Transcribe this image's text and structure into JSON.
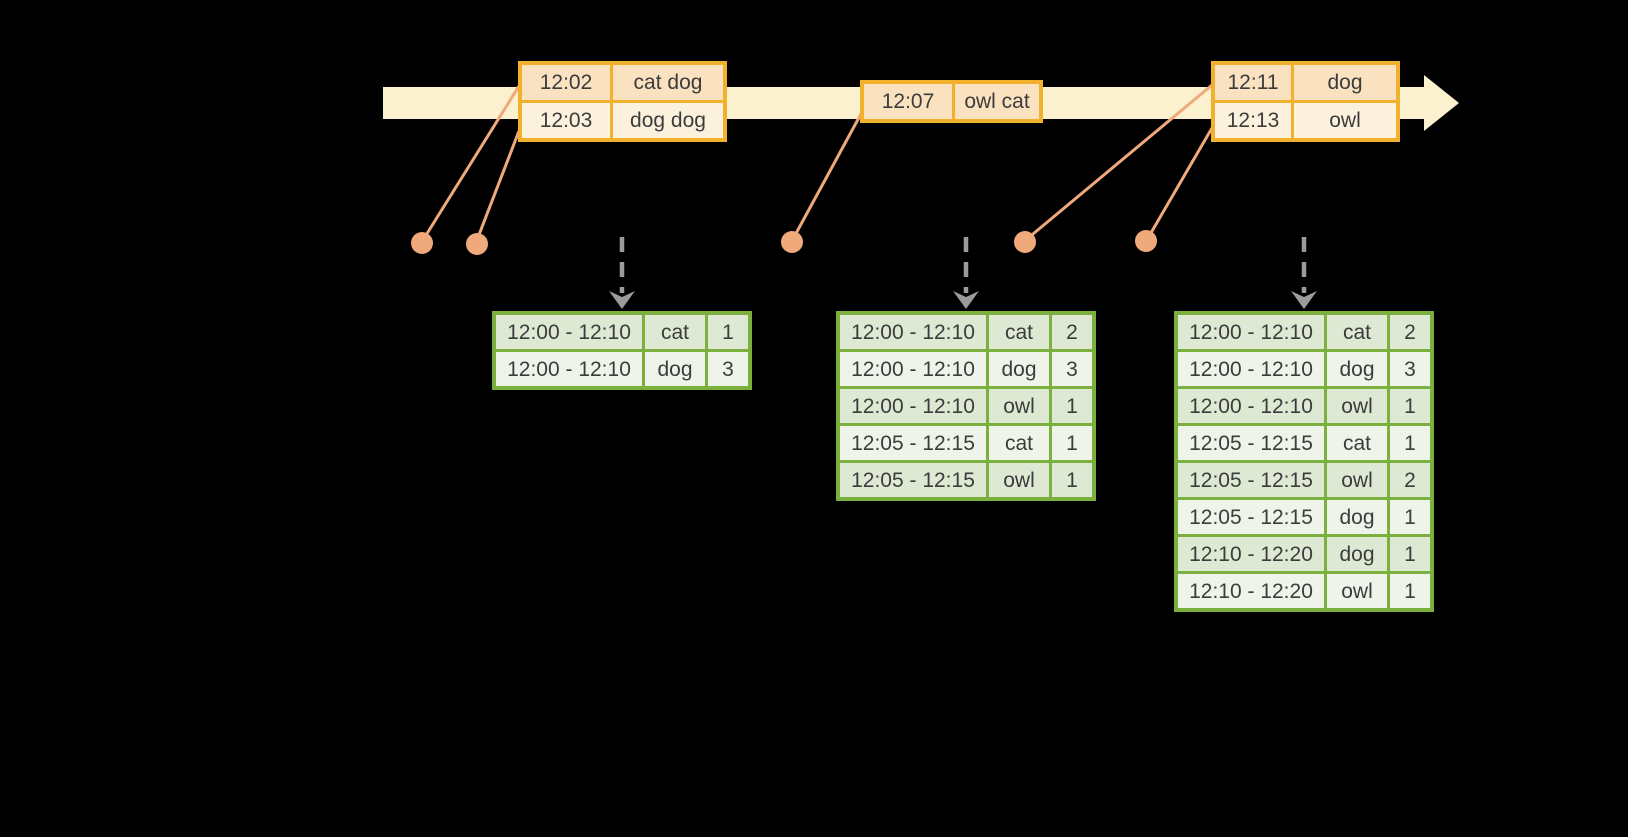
{
  "colors": {
    "background": "#000000",
    "timeline_fill": "#FBF1CE",
    "event_table_border": "#F2B12D",
    "event_row_dark": "#FAE1BF",
    "event_row_light": "#FCF1DD",
    "result_table_border": "#7BB03F",
    "result_row_dark": "#DEE9D3",
    "result_row_light": "#EFF4EA",
    "connector_and_dots": "#F0A97B",
    "dashed_flow_arrow": "#9B9B9B",
    "text": "#3C3C3C"
  },
  "event_tables": [
    {
      "rows": [
        {
          "time": "12:02",
          "words": "cat dog"
        },
        {
          "time": "12:03",
          "words": "dog dog"
        }
      ]
    },
    {
      "rows": [
        {
          "time": "12:07",
          "words": "owl cat"
        }
      ]
    },
    {
      "rows": [
        {
          "time": "12:11",
          "words": "dog"
        },
        {
          "time": "12:13",
          "words": "owl"
        }
      ]
    }
  ],
  "result_tables": [
    {
      "rows": [
        {
          "window": "12:00 - 12:10",
          "word": "cat",
          "count": "1"
        },
        {
          "window": "12:00 - 12:10",
          "word": "dog",
          "count": "3"
        }
      ]
    },
    {
      "rows": [
        {
          "window": "12:00 - 12:10",
          "word": "cat",
          "count": "2"
        },
        {
          "window": "12:00 - 12:10",
          "word": "dog",
          "count": "3"
        },
        {
          "window": "12:00 - 12:10",
          "word": "owl",
          "count": "1"
        },
        {
          "window": "12:05 - 12:15",
          "word": "cat",
          "count": "1"
        },
        {
          "window": "12:05 - 12:15",
          "word": "owl",
          "count": "1"
        }
      ]
    },
    {
      "rows": [
        {
          "window": "12:00 - 12:10",
          "word": "cat",
          "count": "2"
        },
        {
          "window": "12:00 - 12:10",
          "word": "dog",
          "count": "3"
        },
        {
          "window": "12:00 - 12:10",
          "word": "owl",
          "count": "1"
        },
        {
          "window": "12:05 - 12:15",
          "word": "cat",
          "count": "1"
        },
        {
          "window": "12:05 - 12:15",
          "word": "owl",
          "count": "2"
        },
        {
          "window": "12:05 - 12:15",
          "word": "dog",
          "count": "1"
        },
        {
          "window": "12:10 - 12:20",
          "word": "dog",
          "count": "1"
        },
        {
          "window": "12:10 - 12:20",
          "word": "owl",
          "count": "1"
        }
      ]
    }
  ]
}
